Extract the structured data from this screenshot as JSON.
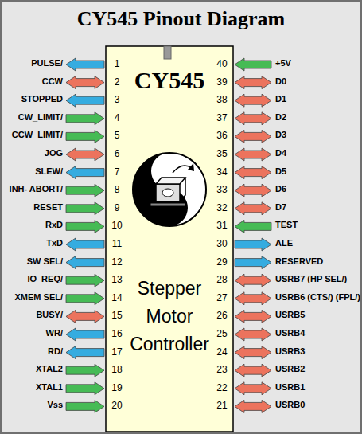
{
  "diagram": {
    "title": "CY545 Pinout Diagram",
    "nodes": [
      {
        "text": [
          "CY545",
          "Stepper Motor Controller"
        ]
      }
    ],
    "labels": [
      "PULSE/",
      "1",
      "40",
      "+5V",
      "CCW",
      "2",
      "39",
      "D0",
      "STOPPED",
      "3",
      "38",
      "D1",
      "CW_LIMIT/",
      "4",
      "37",
      "D2",
      "CCW_LIMIT/",
      "5",
      "36",
      "D3",
      "JOG",
      "6",
      "35",
      "D4",
      "SLEW/",
      "7",
      "34",
      "D5",
      "INH- ABORT/",
      "8",
      "33",
      "D6",
      "RESET",
      "9",
      "32",
      "D7",
      "RxD",
      "10",
      "31",
      "TEST",
      "TxD",
      "11",
      "30",
      "ALE",
      "SW SEL/",
      "12",
      "29",
      "RESERVED",
      "IO_REQ/",
      "13",
      "28",
      "USRB7 (HP SEL/)",
      "XMEM SEL/",
      "14",
      "27",
      "USRB6 (CTS/) (FPL/)",
      "BUSY/",
      "15",
      "26",
      "USRB5",
      "WR/",
      "16",
      "25",
      "USRB4",
      "RD/",
      "17",
      "24",
      "USRB3",
      "XTAL2",
      "18",
      "23",
      "USRB2",
      "XTAL1",
      "19",
      "22",
      "USRB1",
      "Vss",
      "20",
      "21",
      "USRB0"
    ]
  }
}
